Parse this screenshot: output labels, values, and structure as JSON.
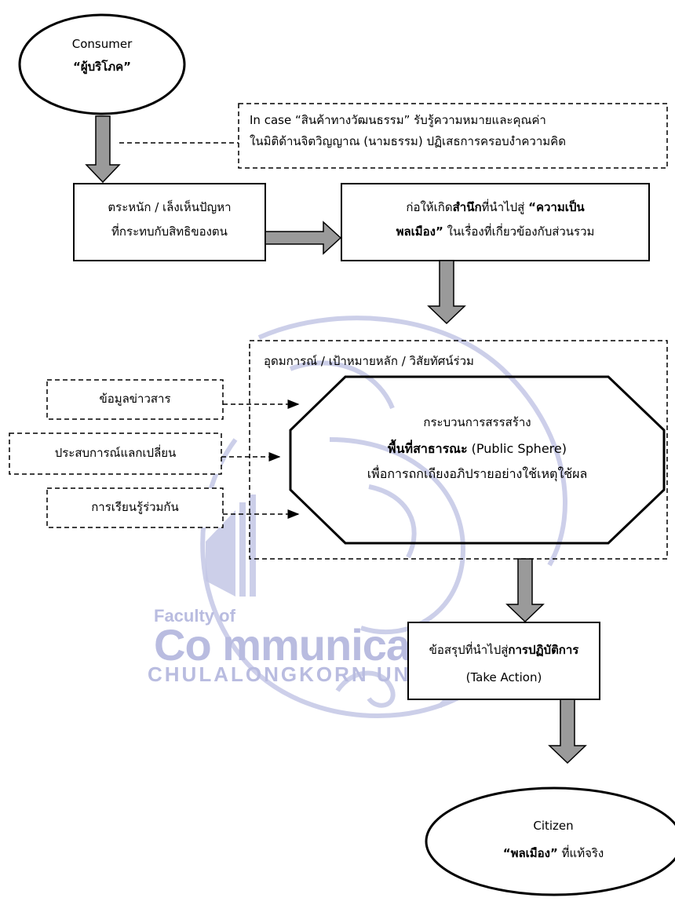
{
  "consumer": {
    "line1": "Consumer",
    "line2": "“ผู้บริโภค”"
  },
  "note": {
    "line1": "In case “สินค้าทางวัฒนธรรม” รับรู้ความหมายและคุณค่า",
    "line2": "ในมิติด้านจิตวิญญาณ (นามธรรม) ปฏิเสธการครอบงำความคิด"
  },
  "aware": {
    "line1": "ตระหนัก / เล็งเห็นปัญหา",
    "line2": "ที่กระทบกับสิทธิของตน"
  },
  "conscious": {
    "a": "ก่อให้เกิด",
    "b": "สำนึก",
    "c": "ที่นำไปสู่ ",
    "d": "“ความเป็น",
    "e": "พลเมือง”",
    "f": " ในเรื่องที่เกี่ยวข้องกับส่วนรวม"
  },
  "ideology_label": "อุดมการณ์ / เป้าหมายหลัก / วิสัยทัศน์ร่วม",
  "inputs": [
    "ข้อมูลข่าวสาร",
    "ประสบการณ์แลกเปลี่ยน",
    "การเรียนรู้ร่วมกัน"
  ],
  "sphere": {
    "line1": "กระบวนการสรรสร้าง",
    "line2_bold": "พื้นที่สาธารณะ",
    "line2_rest": " (Public Sphere)",
    "line3": "เพื่อการถกเถียงอภิปรายอย่างใช้เหตุใช้ผล"
  },
  "action": {
    "line1_a": "ข้อสรุปที่นำไปสู่",
    "line1_b": "การปฏิบัติการ",
    "line2": "(Take Action)"
  },
  "citizen": {
    "line1": "Citizen",
    "line2_bold": "“พลเมือง”",
    "line2_rest": " ที่แท้จริง"
  },
  "watermark": {
    "line1": "Faculty of",
    "line2": "Co mmunication Arts",
    "line3": "CHULALONGKORN  UNIVERSITY"
  },
  "colors": {
    "arrow_fill": "#9a9a9a",
    "watermark": "#b9bce0",
    "stroke": "#000000"
  }
}
